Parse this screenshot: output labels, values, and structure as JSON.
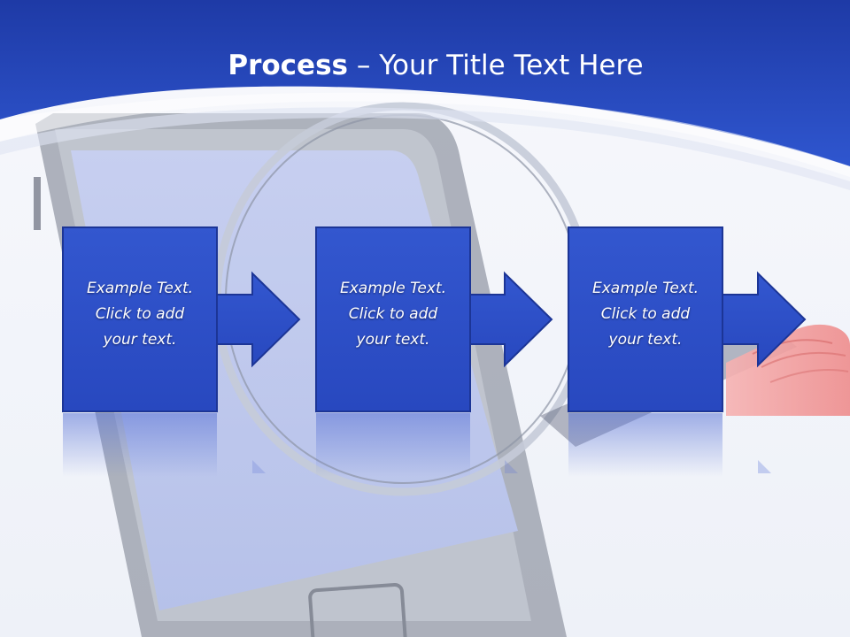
{
  "slide": {
    "title_bold": "Process",
    "title_rest": "– Your Title Text Here",
    "steps": [
      {
        "line1": "Example Text.",
        "line2": "Click  to add",
        "line3": "your text."
      },
      {
        "line1": "Example Text.",
        "line2": "Click  to add",
        "line3": "your text."
      },
      {
        "line1": "Example Text.",
        "line2": "Click  to add",
        "line3": "your text."
      }
    ]
  },
  "colors": {
    "header_blue": "#2a4dc4",
    "box_blue": "#2d4fc7",
    "box_border": "#1c3596",
    "background": "#f2f4fa"
  },
  "icons": [
    "smartphone-image",
    "magnifying-glass-image",
    "fingerprint-finger-image",
    "arrow-right-icon"
  ]
}
